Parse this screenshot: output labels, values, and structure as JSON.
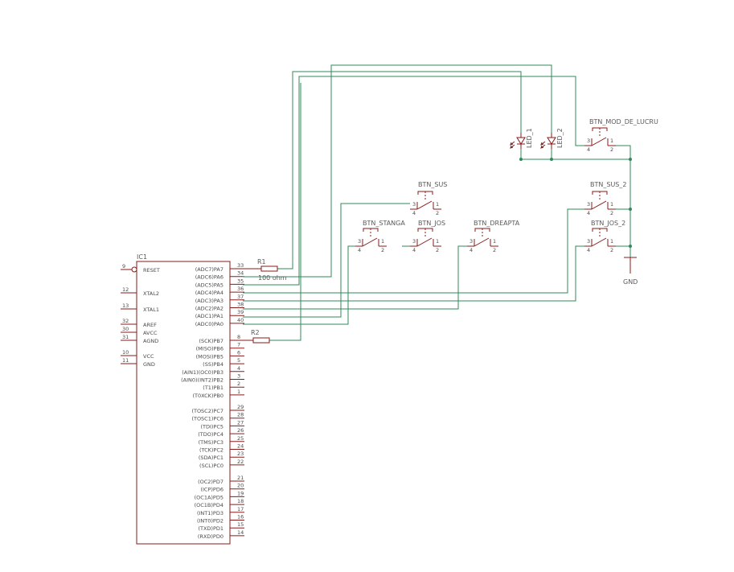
{
  "ic": {
    "name": "IC1",
    "left_pins": [
      {
        "num": "9",
        "name": "RESET"
      },
      {
        "num": "12",
        "name": "XTAL2"
      },
      {
        "num": "13",
        "name": "XTAL1"
      },
      {
        "num": "32",
        "name": "AREF"
      },
      {
        "num": "30",
        "name": "AVCC"
      },
      {
        "num": "31",
        "name": "AGND"
      },
      {
        "num": "10",
        "name": "VCC"
      },
      {
        "num": "11",
        "name": "GND"
      }
    ],
    "right_pins": [
      {
        "num": "33",
        "name": "(ADC7)PA7"
      },
      {
        "num": "34",
        "name": "(ADC6)PA6"
      },
      {
        "num": "35",
        "name": "(ADC5)PA5"
      },
      {
        "num": "36",
        "name": "(ADC4)PA4"
      },
      {
        "num": "37",
        "name": "(ADC3)PA3"
      },
      {
        "num": "38",
        "name": "(ADC2)PA2"
      },
      {
        "num": "39",
        "name": "(ADC1)PA1"
      },
      {
        "num": "40",
        "name": "(ADC0)PA0"
      },
      {
        "num": "8",
        "name": "(SCK)PB7"
      },
      {
        "num": "7",
        "name": "(MISO)PB6"
      },
      {
        "num": "6",
        "name": "(MOSI)PB5"
      },
      {
        "num": "5",
        "name": "(SS)PB4"
      },
      {
        "num": "4",
        "name": "(AIN1)(OC0)PB3"
      },
      {
        "num": "3",
        "name": "(AIN0)(INT2)PB2"
      },
      {
        "num": "2",
        "name": "(T1)PB1"
      },
      {
        "num": "1",
        "name": "(T0XCK)PB0"
      },
      {
        "num": "29",
        "name": "(TOSC2)PC7"
      },
      {
        "num": "28",
        "name": "(TOSC1)PC6"
      },
      {
        "num": "27",
        "name": "(TDI)PC5"
      },
      {
        "num": "26",
        "name": "(TDO)PC4"
      },
      {
        "num": "25",
        "name": "(TMS)PC3"
      },
      {
        "num": "24",
        "name": "(TCK)PC2"
      },
      {
        "num": "23",
        "name": "(SDA)PC1"
      },
      {
        "num": "22",
        "name": "(SCL)PC0"
      },
      {
        "num": "21",
        "name": "(OC2)PD7"
      },
      {
        "num": "20",
        "name": "(ICP)PD6"
      },
      {
        "num": "19",
        "name": "(OC1A)PD5"
      },
      {
        "num": "18",
        "name": "(OC1B)PD4"
      },
      {
        "num": "17",
        "name": "(INT1)PD3"
      },
      {
        "num": "16",
        "name": "(INT0)PD2"
      },
      {
        "num": "15",
        "name": "(TXD)PD1"
      },
      {
        "num": "14",
        "name": "(RXD)PD0"
      }
    ]
  },
  "resistors": {
    "r1": {
      "name": "R1",
      "value": "100 ohm"
    },
    "r2": {
      "name": "R2"
    }
  },
  "leds": {
    "led1": "LED_1",
    "led2": "LED_2"
  },
  "buttons": {
    "mod": "BTN_MOD_DE_LUCRU",
    "sus": "BTN_SUS",
    "stanga": "BTN_STANGA",
    "jos": "BTN_JOS",
    "dreapta": "BTN_DREAPTA",
    "sus2": "BTN_SUS_2",
    "jos2": "BTN_JOS_2"
  },
  "switch_pins": [
    "3",
    "1",
    "4",
    "2"
  ],
  "gnd": "GND"
}
